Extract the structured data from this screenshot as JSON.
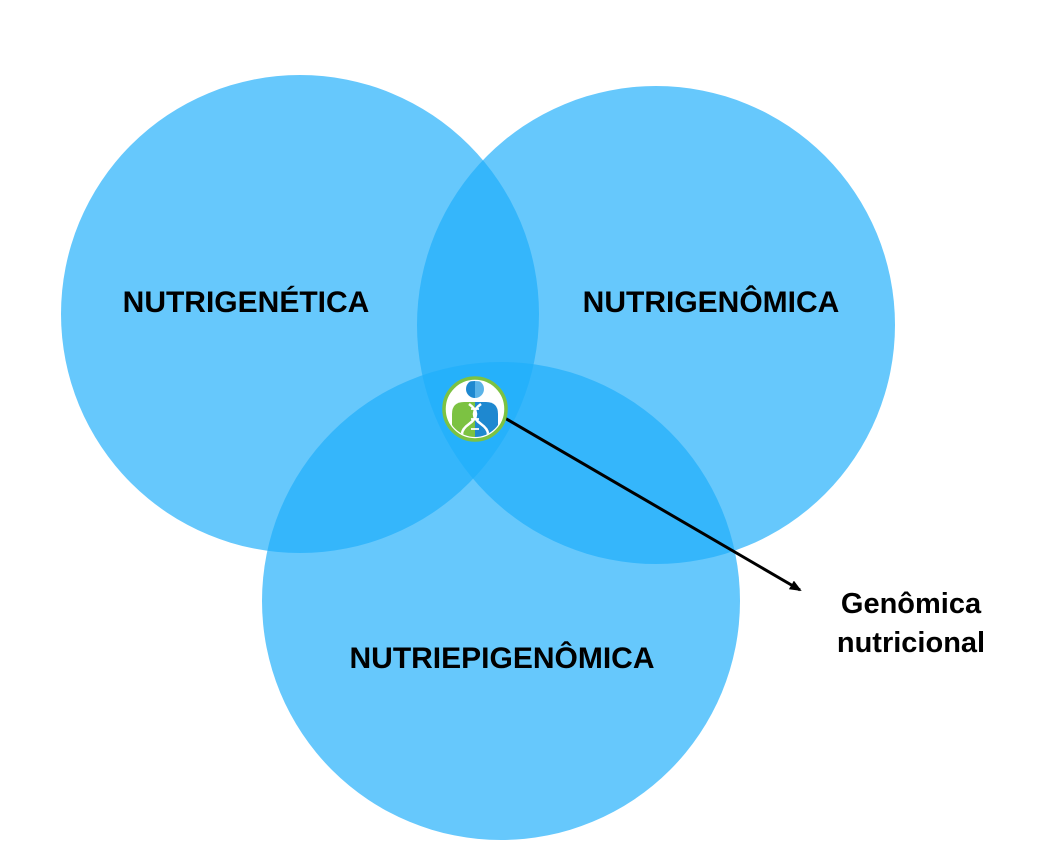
{
  "diagram": {
    "sets": [
      {
        "id": "nutrigenetica",
        "label": "NUTRIGENÉTICA"
      },
      {
        "id": "nutrigenomica",
        "label": "NUTRIGENÔMICA"
      },
      {
        "id": "nutriepigenomica",
        "label": "NUTRIEPIGENÔMICA"
      }
    ],
    "center_icon": "human-dna-icon",
    "callout": {
      "line1": "Genômica",
      "line2": "nutricional"
    }
  },
  "colors": {
    "circle_fill": "#1EAEFA",
    "icon_blue": "#1E88D0",
    "icon_green": "#7CC242",
    "text": "#000000"
  }
}
